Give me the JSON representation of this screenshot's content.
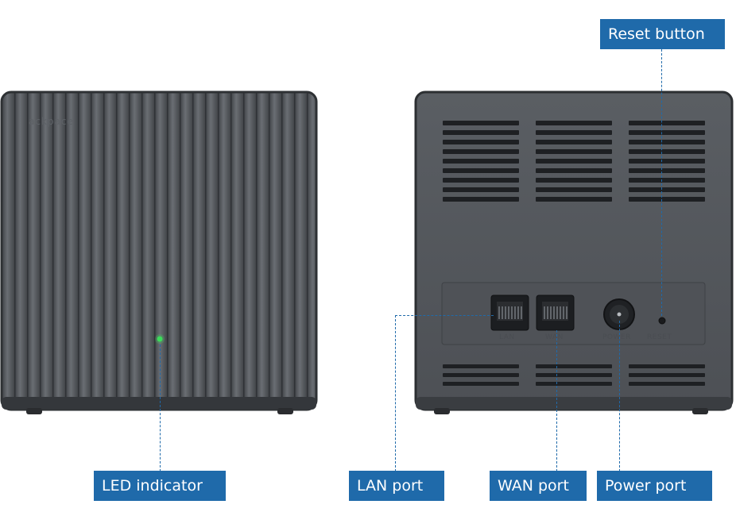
{
  "callouts": {
    "reset": "Reset button",
    "led": "LED indicator",
    "lan": "LAN port",
    "wan": "WAN port",
    "power": "Power port"
  },
  "device": {
    "brand": "ackpace",
    "port_labels": {
      "lan": "LAN",
      "wan": "WAN",
      "power": "POWER",
      "reset": "RESET"
    },
    "led_color": "#3ddc5a"
  },
  "colors": {
    "callout_bg": "#1f6aaa",
    "callout_text": "#ffffff",
    "device_body": "#55595e"
  }
}
